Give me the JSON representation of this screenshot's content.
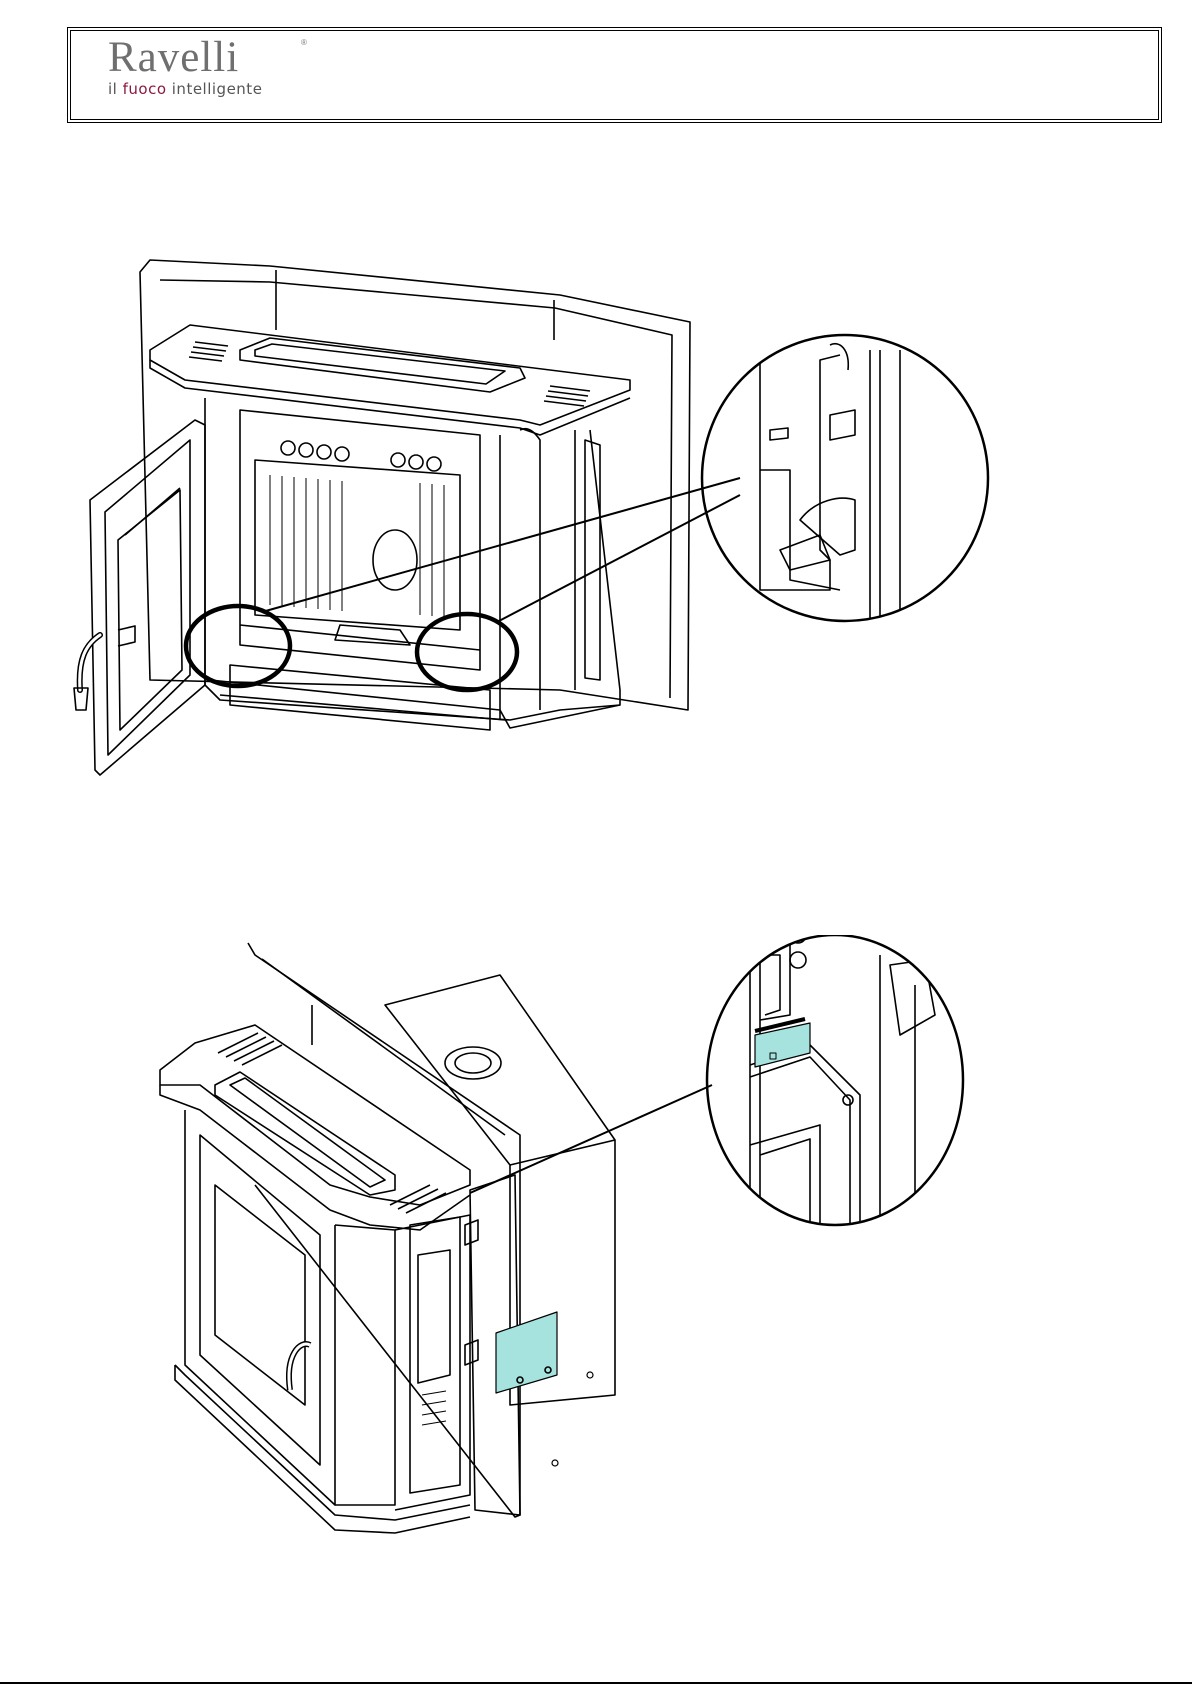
{
  "header": {
    "logo": {
      "name": "Ravelli",
      "registered": "®",
      "tagline_prefix": "il ",
      "tagline_accent": "fuoco",
      "tagline_suffix": " intelligente",
      "accent_color": "#8b1a3f",
      "name_color": "#6f6f6f"
    }
  },
  "figures": [
    {
      "view": "front-open-door",
      "callouts": 2,
      "callout_style": "circle-highlight"
    },
    {
      "view": "side-rear-panel",
      "callouts": 1,
      "highlight_color": "#a6e3df"
    }
  ]
}
